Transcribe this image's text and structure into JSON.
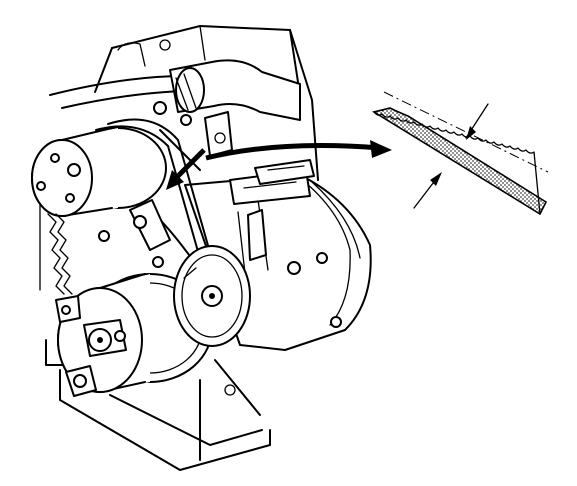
{
  "figure": {
    "description_text": "",
    "colors": {
      "ink": "#000000",
      "paper": "#ffffff",
      "belt_stipple": "#555555"
    },
    "icons": [
      "engine-front-illustration",
      "drive-belt",
      "crankshaft-pulley",
      "alternator",
      "water-pump-pulley",
      "belt-deflection-detail",
      "pointer-arrow",
      "dimension-arrow"
    ]
  }
}
